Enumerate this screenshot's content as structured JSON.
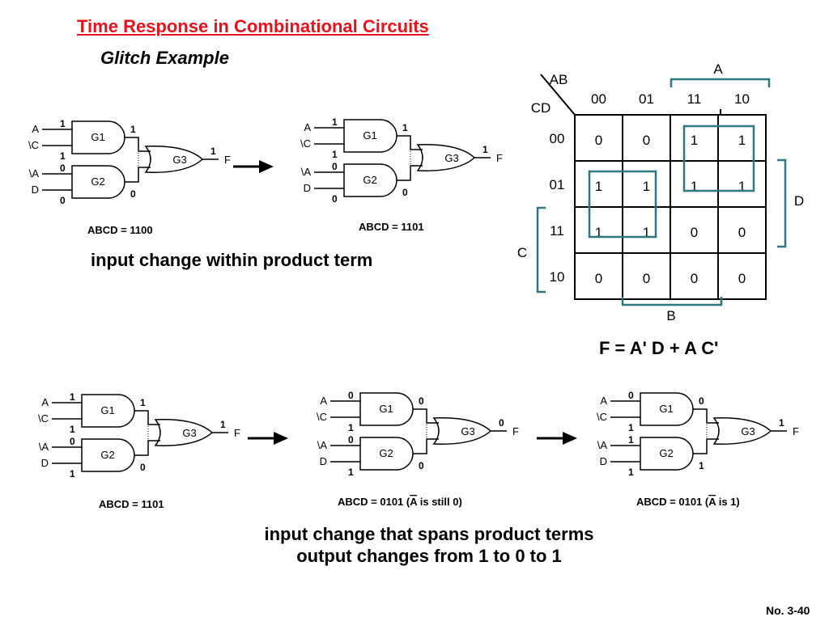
{
  "title": "Time Response in Combinational Circuits",
  "subtitle": "Glitch Example",
  "caption_within": "input change within product term",
  "caption_spans_1": "input change that spans product terms",
  "caption_spans_2": "output changes from 1 to 0 to 1",
  "equation": "F = A' D  +  A C'",
  "slide_number": "No. 3-40",
  "gate_labels": {
    "g1": "G1",
    "g2": "G2",
    "g3": "G3",
    "output": "F"
  },
  "input_labels": {
    "a": "A",
    "not_c": "\\C",
    "not_a": "\\A",
    "d": "D"
  },
  "circuits": [
    {
      "id": "c1",
      "abcd": "ABCD = 1100",
      "note": "",
      "in_a": "1",
      "in_notc": "1",
      "in_nota": "0",
      "in_d": "0",
      "g1_out": "1",
      "g2_out": "0",
      "f": "1"
    },
    {
      "id": "c2",
      "abcd": "ABCD = 1101",
      "note": "",
      "in_a": "1",
      "in_notc": "1",
      "in_nota": "0",
      "in_d": "0",
      "g1_out": "1",
      "g2_out": "0",
      "f": "1"
    },
    {
      "id": "c3",
      "abcd": "ABCD = 1101",
      "note": "",
      "in_a": "1",
      "in_notc": "1",
      "in_nota": "0",
      "in_d": "1",
      "g1_out": "1",
      "g2_out": "0",
      "f": "1"
    },
    {
      "id": "c4",
      "abcd": "ABCD = 0101 (",
      "note": " is still 0)",
      "in_a": "0",
      "in_notc": "1",
      "in_nota": "0",
      "in_d": "1",
      "g1_out": "0",
      "g2_out": "0",
      "f": "0"
    },
    {
      "id": "c5",
      "abcd": "ABCD = 0101 (",
      "note": " is 1)",
      "in_a": "0",
      "in_notc": "1",
      "in_nota": "1",
      "in_d": "1",
      "g1_out": "0",
      "g2_out": "1",
      "f": "1"
    }
  ],
  "kmap": {
    "ab_label": "AB",
    "cd_label": "CD",
    "col_headers": [
      "00",
      "01",
      "11",
      "10"
    ],
    "row_headers": [
      "00",
      "01",
      "11",
      "10"
    ],
    "cells": [
      [
        "0",
        "0",
        "1",
        "1"
      ],
      [
        "1",
        "1",
        "1",
        "1"
      ],
      [
        "1",
        "1",
        "0",
        "0"
      ],
      [
        "0",
        "0",
        "0",
        "0"
      ]
    ],
    "bracket_a": "A",
    "bracket_b": "B",
    "bracket_c": "C",
    "bracket_d": "D",
    "grouping_color": "#2e7680"
  }
}
